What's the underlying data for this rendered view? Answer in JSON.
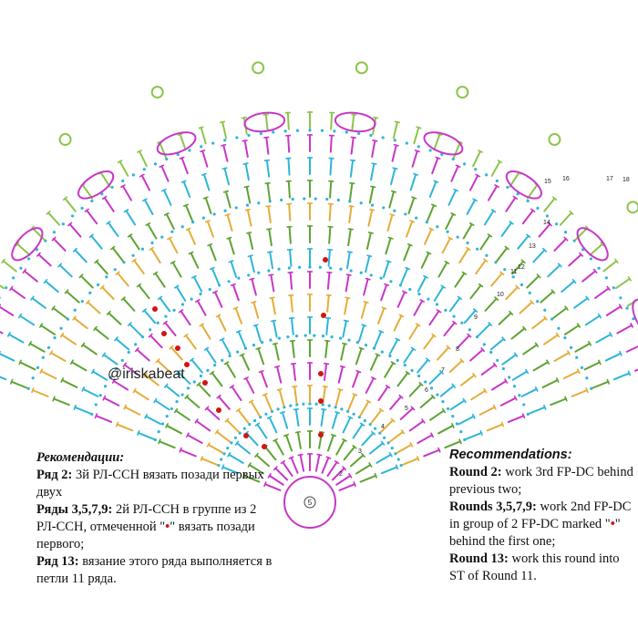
{
  "watermark": "@iriskabeat",
  "colors": {
    "magenta": "#c837c8",
    "cyan": "#2fb5d8",
    "green": "#5ea332",
    "gold": "#e4ad3a",
    "light_green": "#8dc44a",
    "red_marker": "#d21414"
  },
  "center_label": "5",
  "round_numbers": [
    "2",
    "3",
    "4",
    "5",
    "6",
    "7",
    "8",
    "9",
    "10",
    "11",
    "12",
    "13",
    "14",
    "15",
    "16",
    "17",
    "18"
  ],
  "ru": {
    "heading": "Рекомендации:",
    "r2_label": "Ряд 2:",
    "r2_text": " 3й РЛ-ССН вязать позади первых двух",
    "r3579_label": "Ряды 3,5,7,9:",
    "r3579_text_a": " 2й РЛ-ССН в группе из 2 РЛ-ССН, отмеченной \"",
    "r3579_text_b": "\" вязать позади первого;",
    "r13_label": "Ряд 13:",
    "r13_text": " вязание этого ряда выполняется в петли 11 ряда."
  },
  "en": {
    "heading": "Recommendations:",
    "r2_label": "Round 2:",
    "r2_text": " work 3rd FP-DC behind previous two;",
    "r3579_label": "Rounds 3,5,7,9:",
    "r3579_text_a": " work 2nd FP-DC in group of 2 FP-DC marked \"",
    "r3579_text_b": "\" behind the first one;",
    "r13_label": "Round 13:",
    "r13_text": " work this round into ST of Round 11."
  },
  "marker_glyph": "•"
}
